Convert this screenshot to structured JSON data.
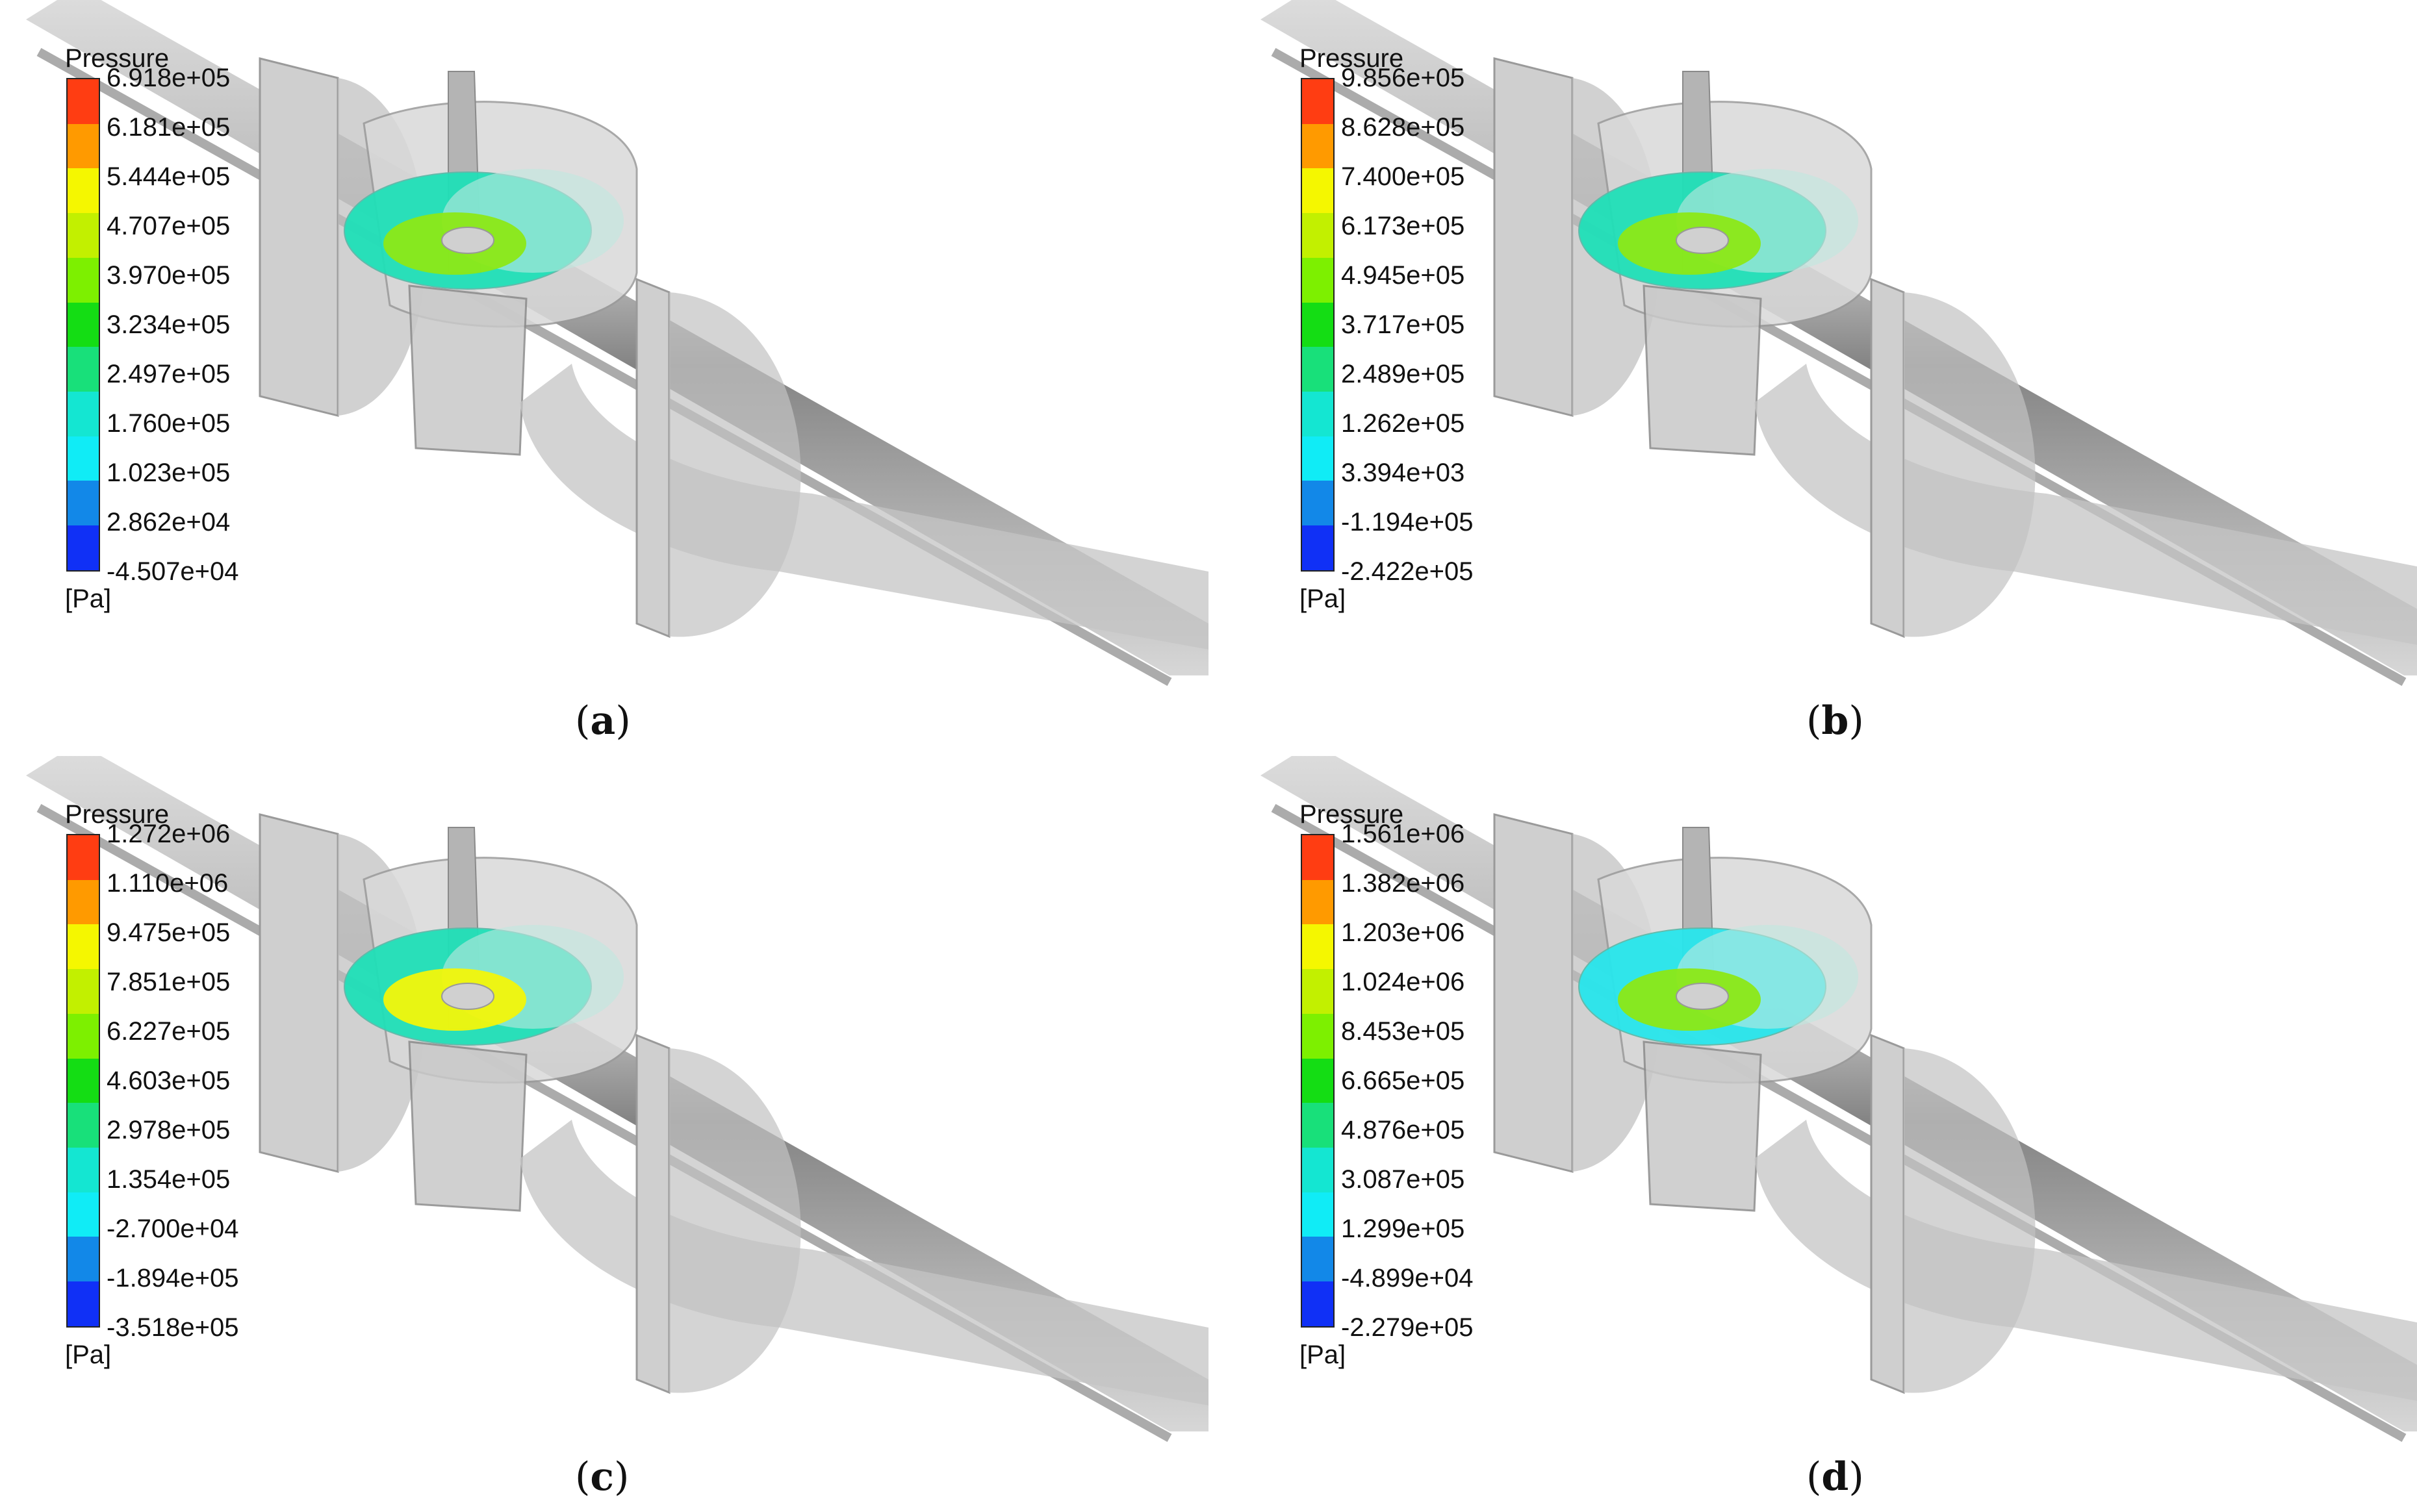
{
  "figure": {
    "legend_title": "Pressure",
    "unit": "[Pa]",
    "colors": [
      "#ff3b10",
      "#ff9f00",
      "#f2f200",
      "#86ee10",
      "#10dc10",
      "#10df88",
      "#10e6e6",
      "#129cee",
      "#1030f6"
    ],
    "panels": [
      {
        "id": "a",
        "caption_label": "a",
        "ticks": [
          "6.918e+05",
          "6.181e+05",
          "5.444e+05",
          "4.707e+05",
          "3.970e+05",
          "3.234e+05",
          "2.497e+05",
          "1.760e+05",
          "1.023e+05",
          "2.862e+04",
          "-4.507e+04"
        ],
        "colors": [
          "#ff3d12",
          "#ff9a00",
          "#f5f700",
          "#c2f000",
          "#7df000",
          "#14dd14",
          "#18e07a",
          "#14e6d2",
          "#10ecf6",
          "#1288e8",
          "#1030f6"
        ],
        "ring_outer": "#20e0b8",
        "ring_inner": "#8ce816"
      },
      {
        "id": "b",
        "caption_label": "b",
        "ticks": [
          "9.856e+05",
          "8.628e+05",
          "7.400e+05",
          "6.173e+05",
          "4.945e+05",
          "3.717e+05",
          "2.489e+05",
          "1.262e+05",
          "3.394e+03",
          "-1.194e+05",
          "-2.422e+05"
        ],
        "colors": [
          "#ff3d12",
          "#ff9a00",
          "#f5f700",
          "#c2f000",
          "#7df000",
          "#14dd14",
          "#18e07a",
          "#14e6d2",
          "#10ecf6",
          "#1288e8",
          "#1030f6"
        ],
        "ring_outer": "#20e0b8",
        "ring_inner": "#8ce816"
      },
      {
        "id": "c",
        "caption_label": "c",
        "ticks": [
          "1.272e+06",
          "1.110e+06",
          "9.475e+05",
          "7.851e+05",
          "6.227e+05",
          "4.603e+05",
          "2.978e+05",
          "1.354e+05",
          "-2.700e+04",
          "-1.894e+05",
          "-3.518e+05"
        ],
        "colors": [
          "#ff3d12",
          "#ff9a00",
          "#f5f700",
          "#c2f000",
          "#7df000",
          "#14dd14",
          "#18e07a",
          "#14e6d2",
          "#10ecf6",
          "#1288e8",
          "#1030f6"
        ],
        "ring_outer": "#20e0b8",
        "ring_inner": "#f2f50a"
      },
      {
        "id": "d",
        "caption_label": "d",
        "ticks": [
          "1.561e+06",
          "1.382e+06",
          "1.203e+06",
          "1.024e+06",
          "8.453e+05",
          "6.665e+05",
          "4.876e+05",
          "3.087e+05",
          "1.299e+05",
          "-4.899e+04",
          "-2.279e+05"
        ],
        "colors": [
          "#ff3d12",
          "#ff9a00",
          "#f5f700",
          "#c2f000",
          "#7df000",
          "#14dd14",
          "#18e07a",
          "#14e6d2",
          "#10ecf6",
          "#1288e8",
          "#1030f6"
        ],
        "ring_outer": "#28e6ec",
        "ring_inner": "#8ce816"
      }
    ]
  }
}
